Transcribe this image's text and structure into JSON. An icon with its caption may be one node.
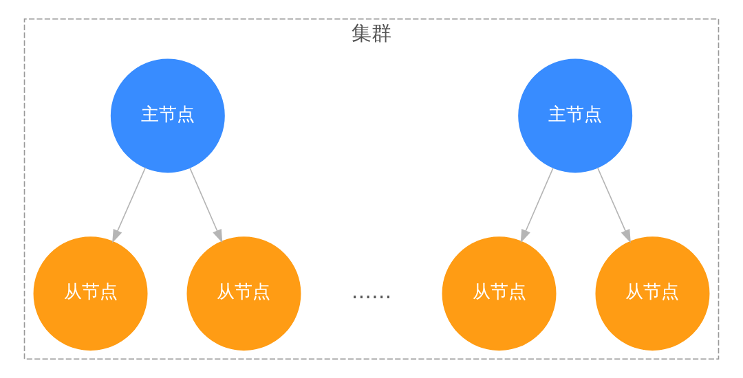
{
  "diagram": {
    "nodes": [
      {
        "text": [
          "集群"
        ]
      },
      {
        "text": [
          "主节点"
        ],
        "in": 0
      },
      {
        "text": [
          "主节点"
        ],
        "in": 0
      },
      {
        "text": [
          "从节点"
        ],
        "in": 0
      },
      {
        "text": [
          "从节点"
        ],
        "in": 0
      },
      {
        "text": [
          "从节点"
        ],
        "in": 0
      },
      {
        "text": [
          "从节点"
        ],
        "in": 0
      }
    ],
    "edges": [
      {
        "from": 1,
        "to": 3,
        "arrow": "to"
      },
      {
        "from": 1,
        "to": 4,
        "arrow": "to"
      },
      {
        "from": 2,
        "to": 5,
        "arrow": "to"
      },
      {
        "from": 2,
        "to": 6,
        "arrow": "to"
      }
    ],
    "labels": [
      "……"
    ]
  }
}
